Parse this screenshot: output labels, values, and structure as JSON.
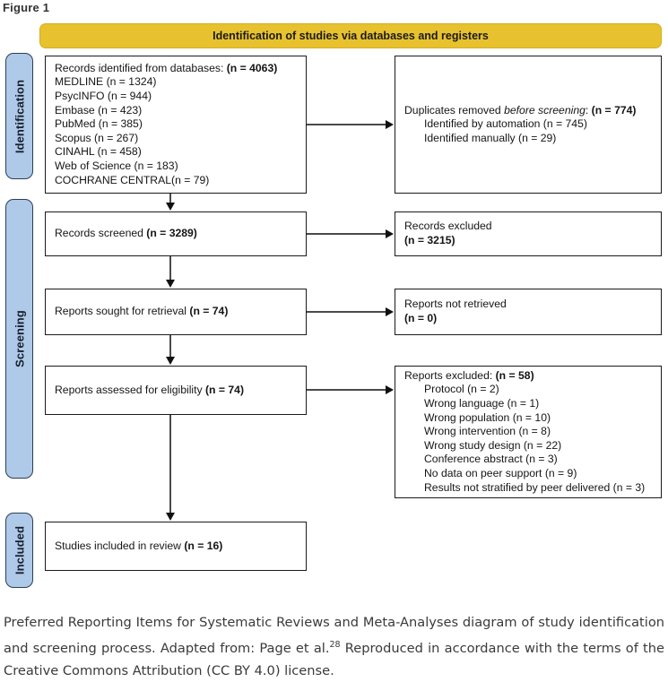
{
  "figure": {
    "label": "Figure 1"
  },
  "header": {
    "banner": "Identification of studies via databases and registers"
  },
  "stages": [
    {
      "id": "identification",
      "label": "Identification"
    },
    {
      "id": "screening",
      "label": "Screening"
    },
    {
      "id": "included",
      "label": "Included"
    }
  ],
  "boxes": {
    "identified": {
      "title": "Records identified from databases:",
      "title_n": "(n = 4063)",
      "sources": [
        "MEDLINE (n = 1324)",
        "PsycINFO (n = 944)",
        "Embase (n = 423)",
        "PubMed (n = 385)",
        "Scopus (n = 267)",
        "CINAHL (n = 458)",
        "Web of Science (n = 183)",
        "COCHRANE CENTRAL(n = 79)"
      ]
    },
    "duplicates": {
      "title_pre": "Duplicates removed ",
      "title_em": "before screening",
      "title_post": ":",
      "title_n": "(n = 774)",
      "items": [
        "Identified by automation (n = 745)",
        "Identified manually (n = 29)"
      ]
    },
    "screened": {
      "text": "Records screened",
      "n": "(n = 3289)"
    },
    "excluded": {
      "text": "Records excluded",
      "n": "(n = 3215)"
    },
    "sought": {
      "text": "Reports sought for retrieval",
      "n": "(n = 74)"
    },
    "not_retrieved": {
      "text": "Reports not retrieved",
      "n": "(n = 0)"
    },
    "assessed": {
      "text": "Reports assessed for eligibility",
      "n": "(n = 74)"
    },
    "reports_excluded": {
      "title": "Reports excluded:",
      "title_n": "(n = 58)",
      "reasons": [
        "Protocol (n = 2)",
        "Wrong language (n = 1)",
        "Wrong population (n = 10)",
        "Wrong intervention (n = 8)",
        "Wrong study design (n = 22)",
        "Conference abstract (n = 3)",
        "No data on peer support (n = 9)",
        "Results not stratified by peer delivered (n = 3)"
      ]
    },
    "included": {
      "text": "Studies included in review",
      "n": "(n = 16)"
    }
  },
  "caption": {
    "part1": "Preferred Reporting Items for Systematic Reviews and Meta-Analyses diagram of study identification and screening process. Adapted from: Page et al.",
    "reference": "28",
    "part2": " Reproduced in accordance with the terms of the Creative Commons Attribution (CC BY 4.0) license."
  },
  "colors": {
    "banner": "#E8C22E",
    "stage_band": "#AFC9E8",
    "box_border": "#1a1a1a",
    "connector": "#4a4a4a"
  },
  "chart_data": {
    "type": "diagram",
    "title": "PRISMA 2020 flow diagram",
    "flow": [
      {
        "stage": "Identification",
        "node": "Records identified from databases",
        "n": 4063
      },
      {
        "stage": "Identification",
        "node": "Duplicates removed before screening",
        "n": 774
      },
      {
        "stage": "Screening",
        "node": "Records screened",
        "n": 3289
      },
      {
        "stage": "Screening",
        "node": "Records excluded",
        "n": 3215
      },
      {
        "stage": "Screening",
        "node": "Reports sought for retrieval",
        "n": 74
      },
      {
        "stage": "Screening",
        "node": "Reports not retrieved",
        "n": 0
      },
      {
        "stage": "Screening",
        "node": "Reports assessed for eligibility",
        "n": 74
      },
      {
        "stage": "Screening",
        "node": "Reports excluded",
        "n": 58
      },
      {
        "stage": "Included",
        "node": "Studies included in review",
        "n": 16
      }
    ],
    "databases": {
      "MEDLINE": 1324,
      "PsycINFO": 944,
      "Embase": 423,
      "PubMed": 385,
      "Scopus": 267,
      "CINAHL": 458,
      "Web of Science": 183,
      "COCHRANE CENTRAL": 79
    },
    "duplicate_breakdown": {
      "Identified by automation": 745,
      "Identified manually": 29
    },
    "exclusion_reasons": {
      "Protocol": 2,
      "Wrong language": 1,
      "Wrong population": 10,
      "Wrong intervention": 8,
      "Wrong study design": 22,
      "Conference abstract": 3,
      "No data on peer support": 9,
      "Results not stratified by peer delivered": 3
    }
  }
}
